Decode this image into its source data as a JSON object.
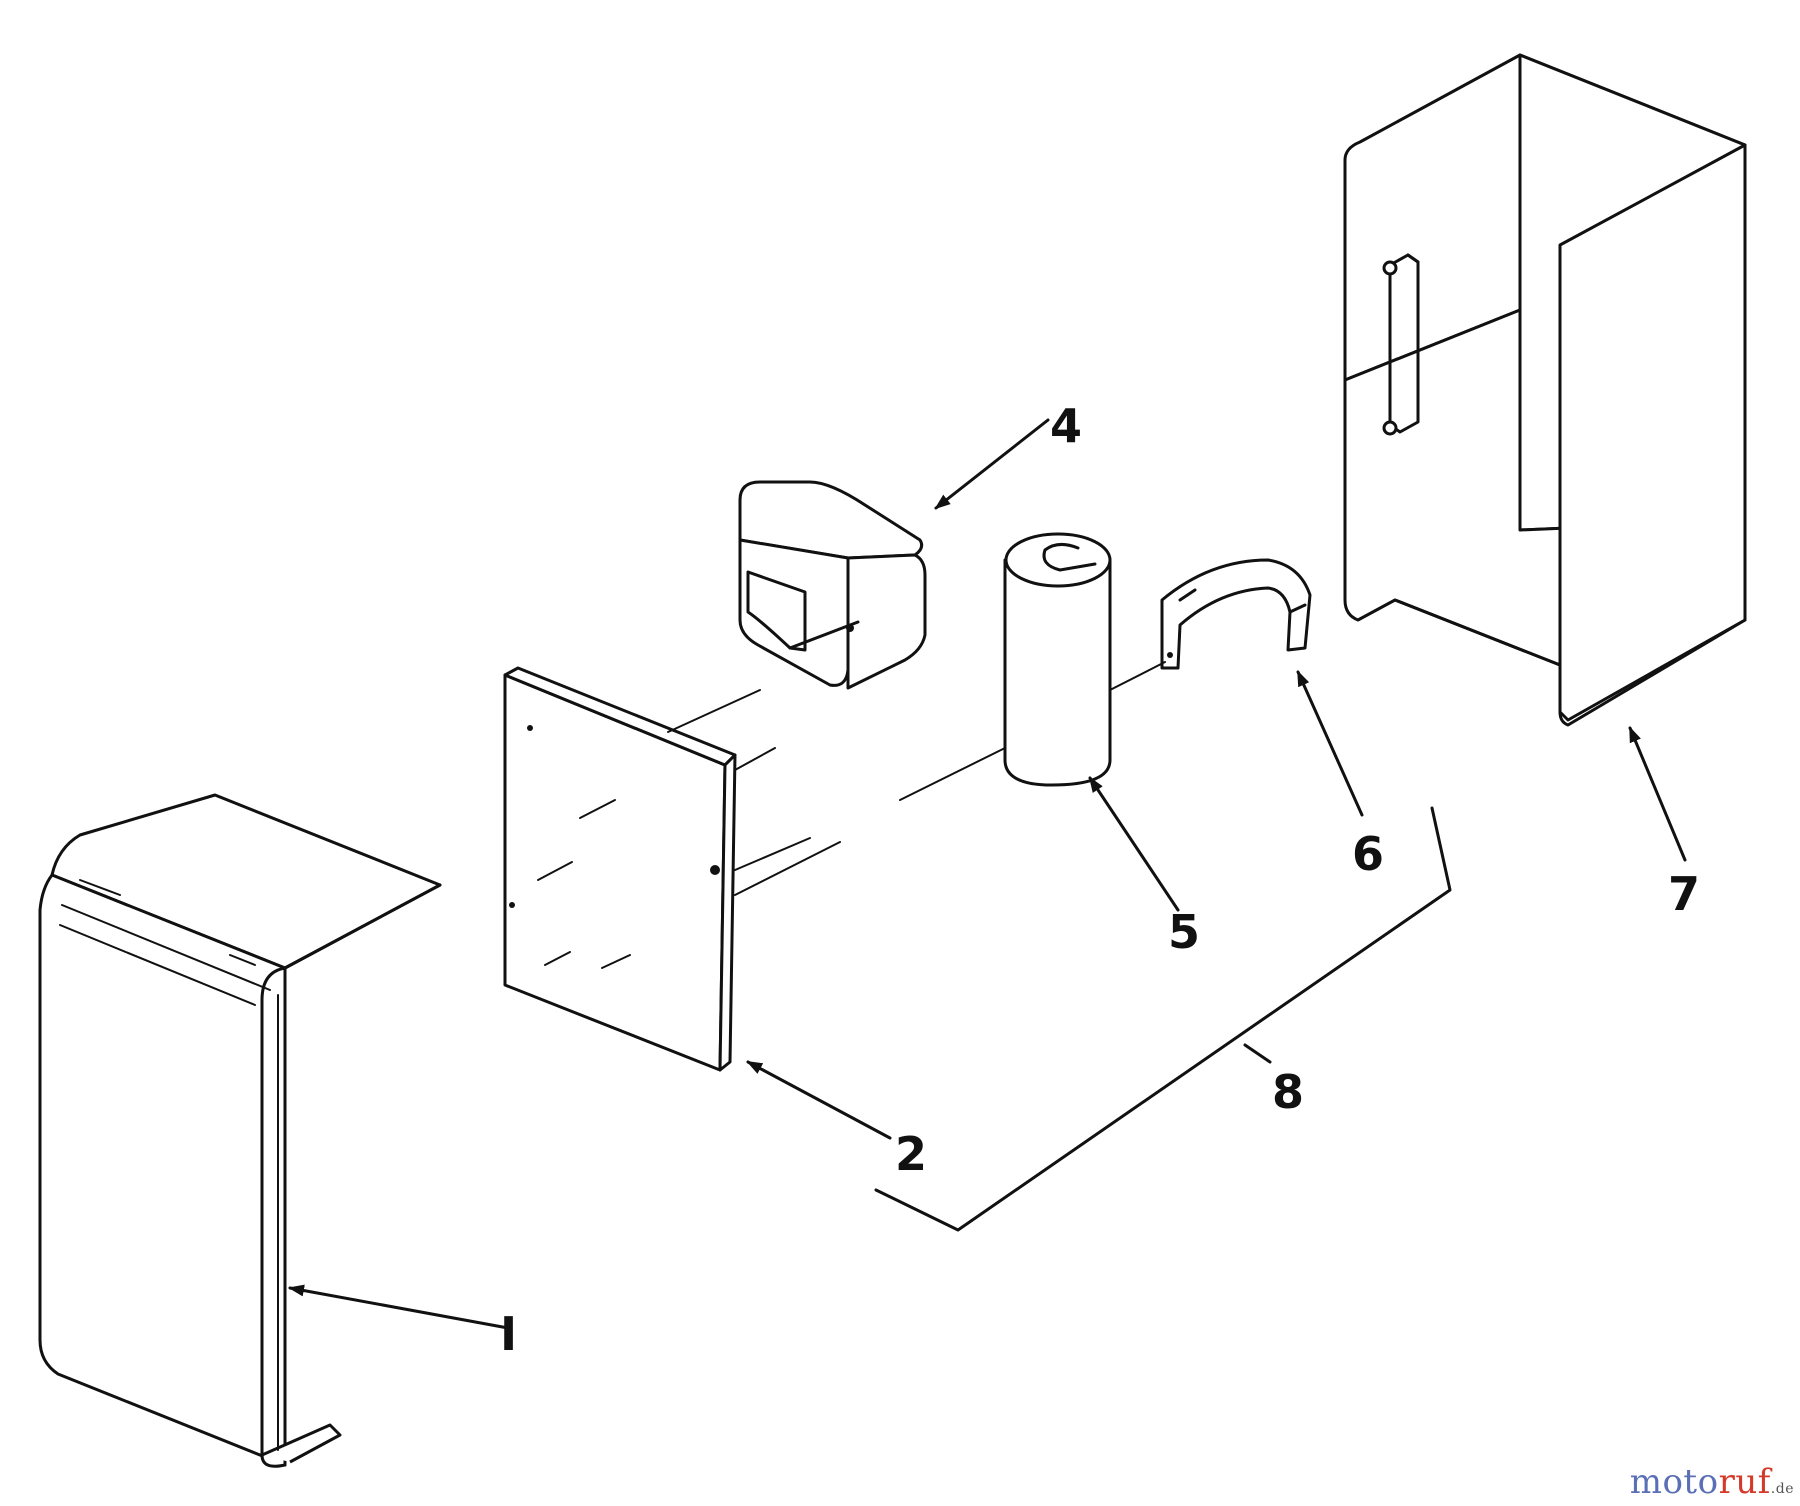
{
  "callouts": [
    {
      "id": "1",
      "text": "I"
    },
    {
      "id": "2",
      "text": "2"
    },
    {
      "id": "4",
      "text": "4"
    },
    {
      "id": "5",
      "text": "5"
    },
    {
      "id": "6",
      "text": "6"
    },
    {
      "id": "7",
      "text": "7"
    },
    {
      "id": "8",
      "text": "8"
    }
  ],
  "watermark": {
    "part1": "moto",
    "part2": "ruf",
    "suffix": ".de"
  }
}
